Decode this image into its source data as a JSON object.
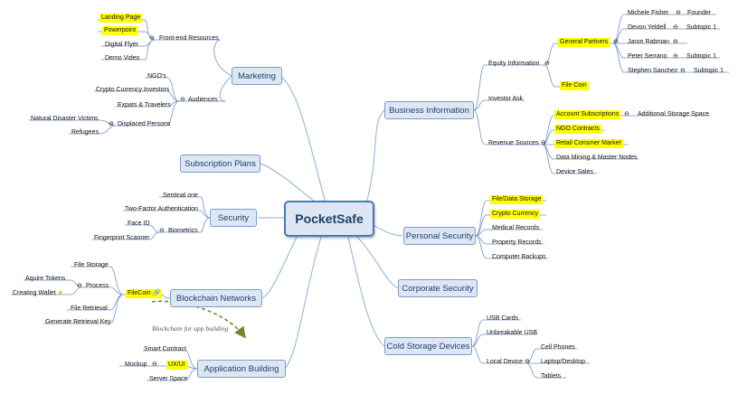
{
  "central": {
    "label": "PocketSafe"
  },
  "marketing": {
    "label": "Marketing",
    "frontend": {
      "label": "Front-end Resources",
      "items": [
        "Landing Page",
        "Powerpoint",
        "Digital Flyer",
        "Demo Video"
      ]
    },
    "audiences": {
      "label": "Audiences",
      "items": [
        "NGO's",
        "Crypto Currency Investors",
        "Expats & Travelers"
      ]
    },
    "displaced": {
      "label": "Displaced Persons",
      "items": [
        "Natural Disaster Victims",
        "Refugees"
      ]
    }
  },
  "subscription": {
    "label": "Subscription Plans"
  },
  "security": {
    "label": "Security",
    "items": [
      "Sentinal one",
      "Two-Factor Authentication"
    ],
    "biometrics": {
      "label": "Biometrics",
      "items": [
        "Face ID",
        "Fingerprint Scanner"
      ]
    }
  },
  "blockchain": {
    "label": "Blockchain Networks",
    "filecoin": {
      "label": "FileCoin"
    },
    "file_storage": "File Storage",
    "process": {
      "label": "Process",
      "items": [
        "Aquire Tokens",
        "Creating Wallet"
      ]
    },
    "file_retrieval": "File Retrieval",
    "retrieval_key": "Generate Retrieval Key"
  },
  "app_building": {
    "label": "Application Building",
    "smart_contract": "Smart Contract",
    "mockup": {
      "label": "Mockup",
      "uxui": "UX/UI"
    },
    "server_space": "Server Space"
  },
  "relationship": {
    "label": "Blockchain for app building"
  },
  "business": {
    "label": "Business Information",
    "equity": {
      "label": "Equity Information"
    },
    "partners": {
      "label": "General Partners",
      "people": [
        {
          "name": "Michele Fisher",
          "role": "Founder"
        },
        {
          "name": "Devon Yeldell",
          "role": "Subtopic 1"
        },
        {
          "name": "Jaron Rabman",
          "role": ""
        },
        {
          "name": "Peter Serrano",
          "role": "Subtopic 1"
        },
        {
          "name": "Stephen Sanchez",
          "role": "Subtopic 1"
        }
      ]
    },
    "file_coin": "File Coin",
    "investor_ask": "Investor Ask",
    "revenue": {
      "label": "Revenue Sources",
      "account_subs": "Account Subscriptions",
      "additional_storage": "Additional Storage Space",
      "items": [
        "NGO Contracts",
        "Retail Consmer Market",
        "Data Mining & Master Nodes",
        "Device Sales"
      ]
    }
  },
  "personal": {
    "label": "Personal Security",
    "items": [
      "File/Data Storage",
      "Crypto Currency",
      "Medical Records",
      "Property Records",
      "Computer Backups"
    ]
  },
  "corporate": {
    "label": "Corporate Security"
  },
  "cold": {
    "label": "Cold Storage Devices",
    "usb": [
      "USB Cards",
      "Unbreakable USB"
    ],
    "local": {
      "label": "Local Device",
      "items": [
        "Cell Phones",
        "Laptop/Desktop",
        "Tablets"
      ]
    }
  },
  "colors": {
    "highlight": "#ffff00",
    "topic_fill": "#dde7f3",
    "topic_border": "#7d9cc8",
    "line": "#8fb0d8",
    "leaf_line": "#6f94c8",
    "relationship": "#6e8b2e"
  }
}
